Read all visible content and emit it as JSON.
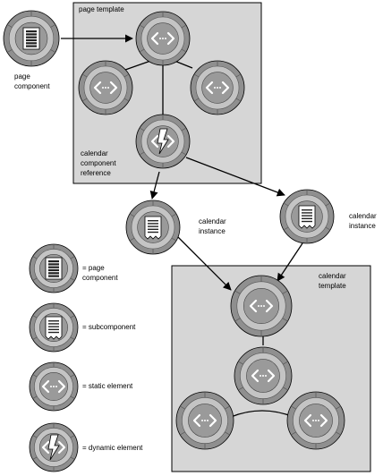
{
  "labels": {
    "page_template": "page template",
    "page_component": [
      "page",
      "component"
    ],
    "calendar_component_reference": [
      "calendar",
      "component",
      "reference"
    ],
    "calendar_instance_left": [
      "calendar",
      "instance"
    ],
    "calendar_instance_right": [
      "calendar",
      "instance"
    ],
    "calendar_template": [
      "calendar",
      "template"
    ]
  },
  "legend": {
    "page_component": [
      "= page",
      "component"
    ],
    "subcomponent": "= subcomponent",
    "static_element": "= static element",
    "dynamic_element": "= dynamic element"
  },
  "colors": {
    "box_fill": "#d6d6d6",
    "node_outer": "#8f8f8f",
    "node_ring": "#c4c4c4",
    "node_core": "#9a9a9a",
    "line": "#000000"
  }
}
